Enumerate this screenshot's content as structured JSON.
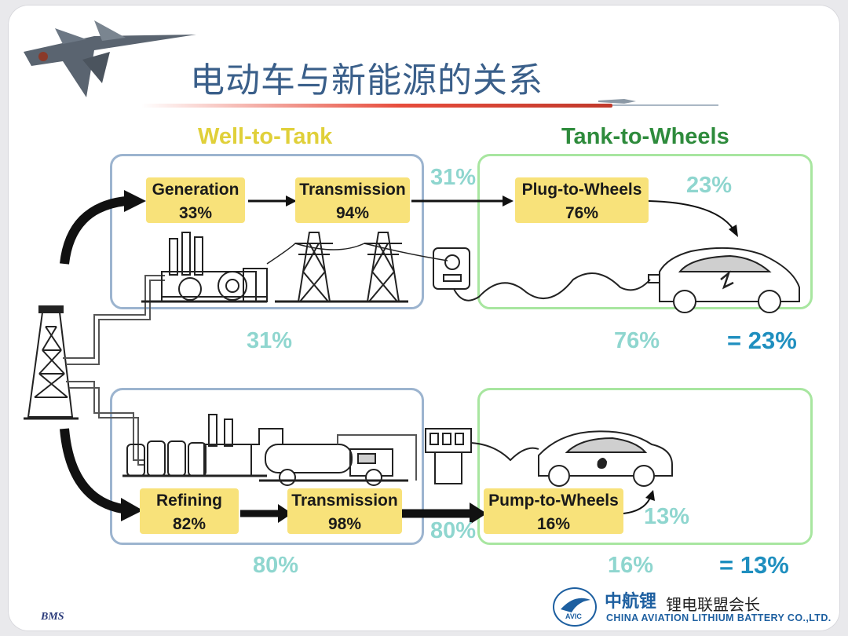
{
  "title": "电动车与新能源的关系",
  "sections": {
    "well_to_tank": "Well-to-Tank",
    "tank_to_wheels": "Tank-to-Wheels"
  },
  "electric": {
    "generation": {
      "label": "Generation",
      "pct": "33%"
    },
    "transmission": {
      "label": "Transmission",
      "pct": "94%"
    },
    "plug": {
      "label": "Plug-to-Wheels",
      "pct": "76%"
    },
    "mid_pct": "31%",
    "final_pct": "23%",
    "wtt_total": "31%",
    "ttw_total": "76%",
    "result": "= 23%"
  },
  "fuel": {
    "refining": {
      "label": "Refining",
      "pct": "82%"
    },
    "transmission": {
      "label": "Transmission",
      "pct": "98%"
    },
    "pump": {
      "label": "Pump-to-Wheels",
      "pct": "16%"
    },
    "mid_pct": "80%",
    "final_pct": "13%",
    "wtt_total": "80%",
    "ttw_total": "16%",
    "result": "= 13%"
  },
  "footer": {
    "logo_cn": "中航锂",
    "logo_en": "CHINA AVIATION LITHIUM BATTERY CO.,LTD.",
    "badge": "AVIC",
    "watermark": "锂电联盟会长",
    "corner": "BMS"
  },
  "colors": {
    "stage_fill": "#f8e27a",
    "wtt_header": "#e0d03a",
    "ttw_header": "#2e8b3c",
    "pct_text": "#8fd6cf",
    "result_text": "#1f8fbf",
    "wtt_box": "#9cb4cf",
    "ttw_box": "#a8e6a0"
  },
  "icons": [
    "fighter-jet-icon",
    "oil-derrick-icon",
    "power-plant-icon",
    "pylon-icon",
    "charger-icon",
    "electric-car-icon",
    "refinery-icon",
    "tanker-truck-icon",
    "fuel-pump-icon",
    "gasoline-car-icon"
  ]
}
